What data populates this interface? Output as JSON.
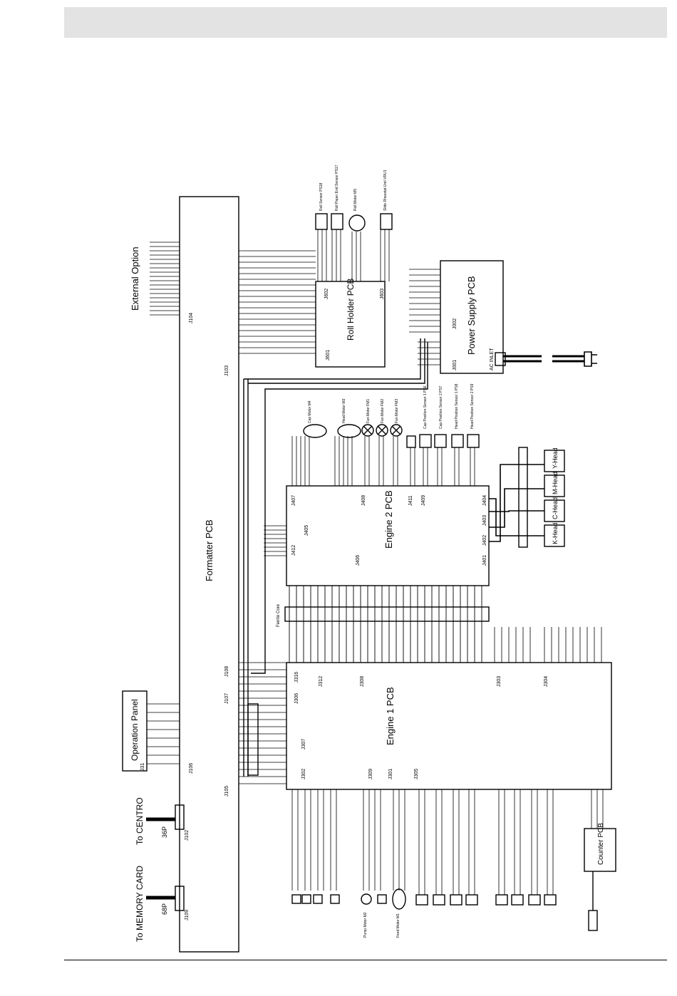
{
  "diagram": {
    "boards": {
      "formatter": "Formatter PCB",
      "engine1": "Engine 1 PCB",
      "engine2": "Engine 2 PCB",
      "roll_holder": "Roll Holder PCB",
      "power_supply": "Power Supply PCB",
      "operation_panel": "Operation Panel",
      "counter": "Counter PCB"
    },
    "external": {
      "external_option": "External Option",
      "to_centro": "To CENTRO",
      "to_memory_card": "To MEMORY CARD",
      "centro_pins": "36P",
      "memory_pins": "68P"
    },
    "connectors": {
      "formatter": [
        "J104",
        "J103",
        "J108",
        "J107",
        "J106",
        "J105",
        "J102",
        "J109"
      ],
      "engine1": [
        "J316",
        "J312",
        "J306",
        "J308",
        "J307",
        "J303",
        "J304",
        "J302",
        "J309",
        "J301",
        "J305"
      ],
      "engine2": [
        "J407",
        "J405",
        "J412",
        "J408",
        "J406",
        "J411",
        "J409",
        "J401",
        "J402",
        "J403",
        "J404"
      ],
      "roll_holder": [
        "J602",
        "J603",
        "J601"
      ],
      "power_supply": [
        "J002",
        "J001",
        "AC INLET"
      ],
      "operation_panel": [
        "J31"
      ]
    },
    "heads": [
      "Y-Head",
      "M-Head",
      "C-Head",
      "K-Head"
    ],
    "ferrite_core": "Ferrite Core",
    "motors": [
      "Cap Motor M4",
      "Head Motor M3",
      "Fan Motor FM1",
      "Fan Motor FM2",
      "Fan Motor FM3",
      "Roll Motor M5",
      "Pump Motor M2",
      "Feed Motor M1"
    ],
    "sensors": [
      "Roll Sensor PS18",
      "Roll Paper End Sensor PS17",
      "Slide Rheostat Unit VRU1",
      "Cap Position Sensor 1 PS6",
      "Cap Position Sensor 2 PS7",
      "Head Position Sensor 1 PS8",
      "Head Position Sensor 2 PS9"
    ]
  }
}
